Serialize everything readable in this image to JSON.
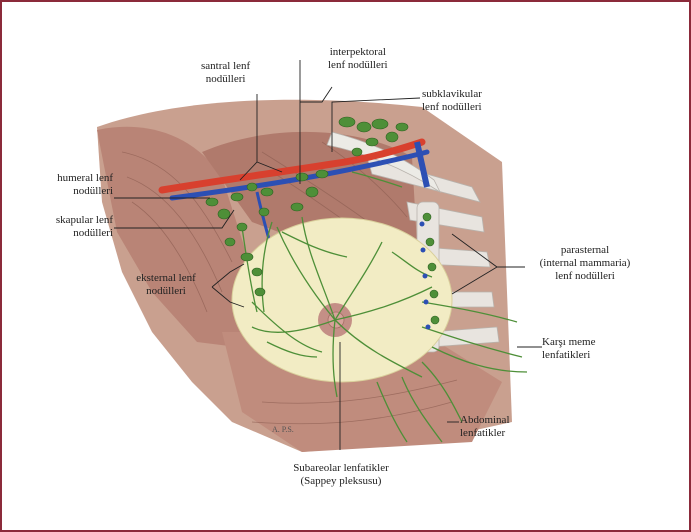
{
  "labels": {
    "santral": [
      "santral lenf",
      "nodülleri"
    ],
    "interpektoral": [
      "interpektoral",
      "lenf nodülleri"
    ],
    "subklavikular": [
      "subklavikular",
      "lenf nodülleri"
    ],
    "humeral": [
      "humeral lenf",
      "nodülleri"
    ],
    "skapular": [
      "skapular lenf",
      "nodülleri"
    ],
    "eksternal": [
      "eksternal lenf",
      "nodülleri"
    ],
    "parasternal": [
      "parasternal",
      "(internal mammaria)",
      "lenf nodülleri"
    ],
    "karsi_meme": [
      "Karşı meme",
      "lenfatikleri"
    ],
    "abdominal": [
      "Abdominal",
      "lenfatikler"
    ],
    "subareolar": [
      "Subareolar lenfatikler",
      "(Sappey pleksusu)"
    ]
  },
  "signature": "A. P.S.",
  "colors": {
    "frame_border": "#8b2a3a",
    "muscle": "#b98476",
    "breast": "#f2ecc4",
    "nodes": "#4e8f38",
    "artery": "#d8402e",
    "vein": "#2c4fb4",
    "ribs": "#e8e4df"
  }
}
